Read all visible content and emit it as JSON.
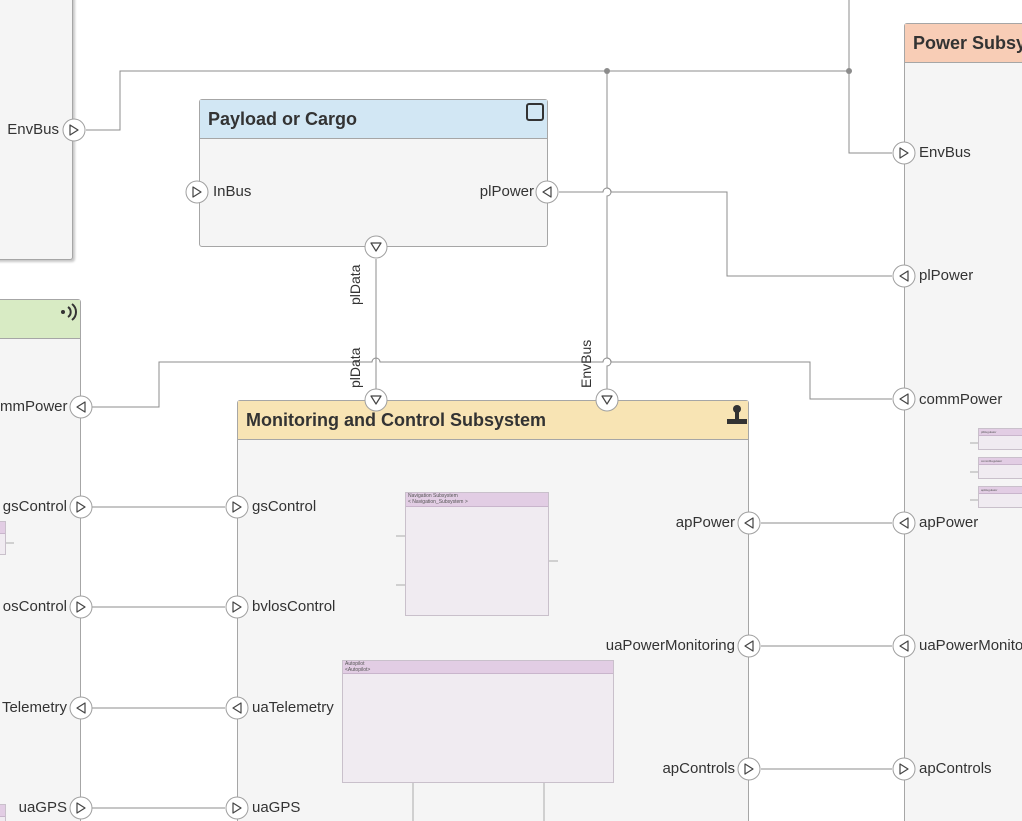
{
  "blocks": {
    "payload": {
      "title": "Payload or Cargo",
      "ports": {
        "inbus": "InBus",
        "plpower": "plPower"
      }
    },
    "monitoring": {
      "title": "Monitoring and Control Subsystem",
      "ports": {
        "gscontrol": "gsControl",
        "bvloscontrol": "bvlosControl",
        "uatelemetry": "uaTelemetry",
        "uagps": "uaGPS",
        "appower": "apPower",
        "uapowermonitoring": "uaPowerMonitoring",
        "apcontrols": "apControls"
      },
      "children": {
        "navigation": {
          "title": "Navigation Subsystem",
          "subtitle": "< Navigation_Subsystem >"
        },
        "autopilot": {
          "title": "Autopilot",
          "subtitle": "<Autopilot>"
        }
      }
    },
    "power": {
      "title": "Power Subsy",
      "ports": {
        "envbus": "EnvBus",
        "plpower": "plPower",
        "commpower": "commPower",
        "appower": "apPower",
        "uapowermonitoring": "uaPowerMonito",
        "apcontrols": "apControls"
      },
      "children": {
        "mini1": "plRegulator",
        "mini2": "commRegulator",
        "mini3": "apRegulator"
      }
    },
    "environment": {
      "ports": {
        "envbus": "EnvBus"
      }
    },
    "communication": {
      "ports": {
        "commpower": "mmPower",
        "gscontrol": "gsControl",
        "bvloscontrol": "osControl",
        "uatelemetry": "Telemetry",
        "uagps": "uaGPS"
      }
    }
  },
  "connections": {
    "pldata_top": "plData",
    "pldata_bottom": "plData",
    "envbus": "EnvBus"
  },
  "colors": {
    "payload_header": "#d2e7f4",
    "monitoring_header": "#f8e4b4",
    "power_header": "#f8cdb6",
    "communication_header": "#d8ebc4",
    "wire": "#8c8c8c"
  },
  "icons": {
    "payload": "square-icon",
    "monitoring": "joystick-icon",
    "communication": "antenna-signal-icon"
  }
}
